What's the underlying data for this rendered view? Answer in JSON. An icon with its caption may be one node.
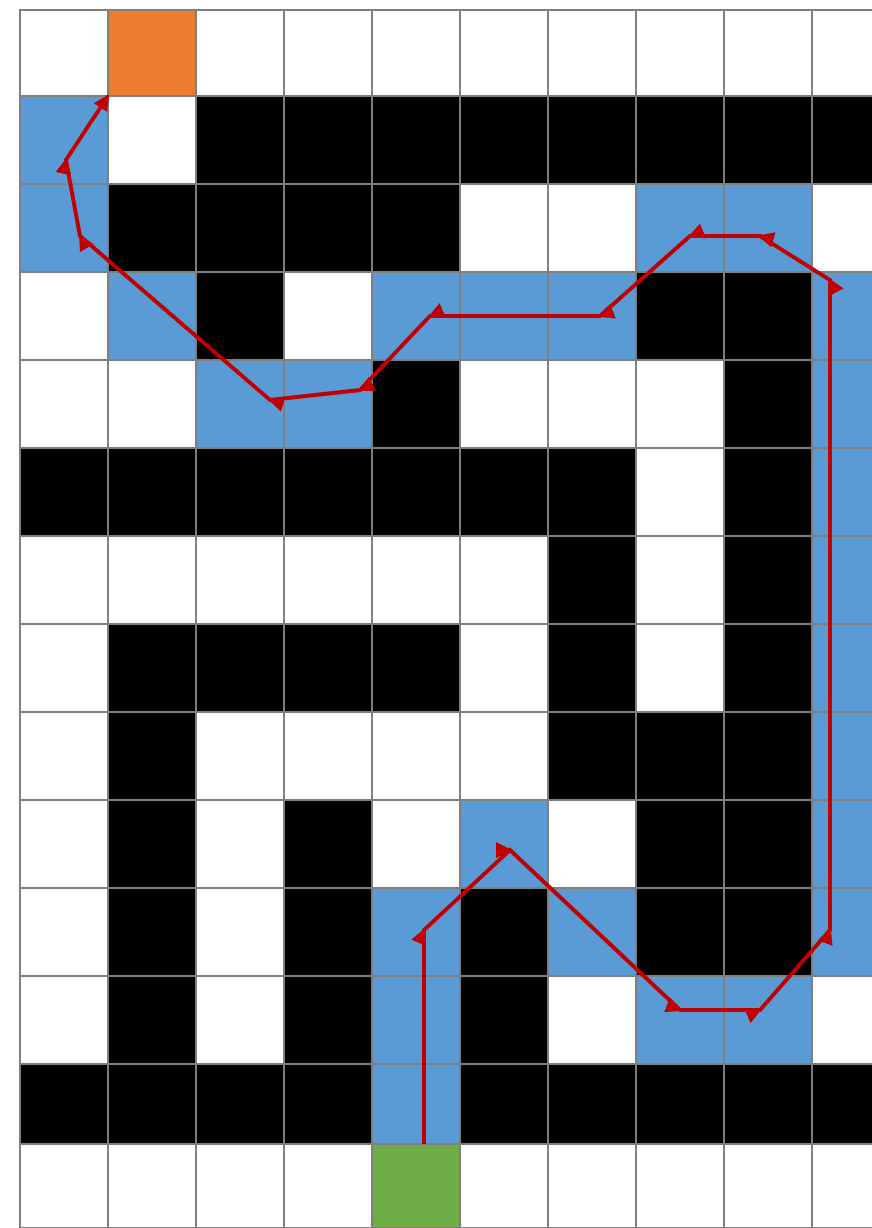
{
  "diagram": {
    "nodes": [
      {
        "text": [],
        "shape": "box"
      },
      {
        "text": [],
        "shape": "box"
      }
    ],
    "edges": [
      {
        "from": 1,
        "to": 0,
        "arrow": "to",
        "color": "#c00000"
      }
    ]
  }
}
